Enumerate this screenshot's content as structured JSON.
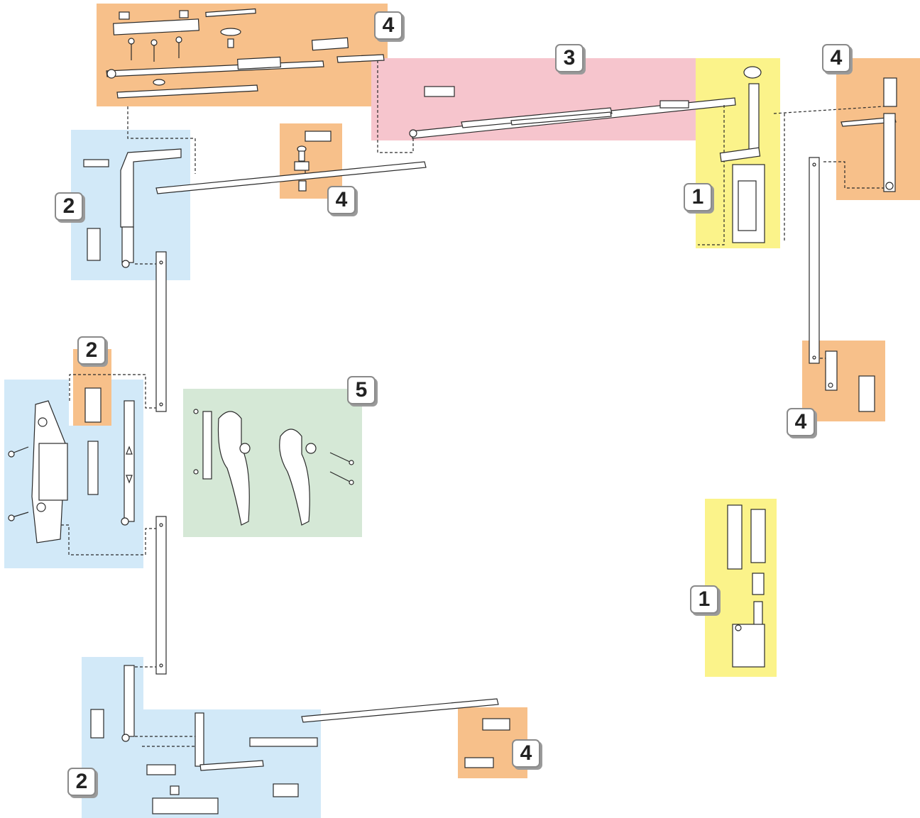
{
  "badges": [
    {
      "id": "b1",
      "label": "4"
    },
    {
      "id": "b2",
      "label": "3"
    },
    {
      "id": "b3",
      "label": "4"
    },
    {
      "id": "b4",
      "label": "2"
    },
    {
      "id": "b5",
      "label": "4"
    },
    {
      "id": "b6",
      "label": "1"
    },
    {
      "id": "b7",
      "label": "2"
    },
    {
      "id": "b8",
      "label": "5"
    },
    {
      "id": "b9",
      "label": "4"
    },
    {
      "id": "b10",
      "label": "1"
    },
    {
      "id": "b11",
      "label": "4"
    },
    {
      "id": "b12",
      "label": "2"
    }
  ],
  "colors": {
    "orange": "#f7c08a",
    "blue": "#d2e9f8",
    "pink": "#f6c5cd",
    "yellow": "#fbf38a",
    "green": "#d5e8d6"
  }
}
